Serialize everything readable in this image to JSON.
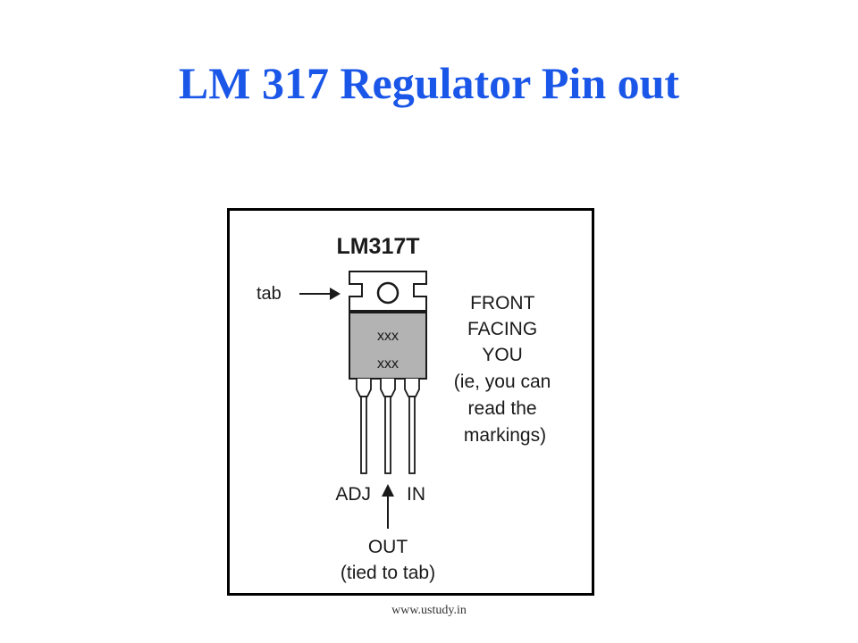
{
  "slide": {
    "title": "LM 317 Regulator Pin out",
    "watermark": "www.ustudy.in"
  },
  "diagram": {
    "part_number": "LM317T",
    "tab_label": "tab",
    "marking_line_1": "xxx",
    "marking_line_2": "xxx",
    "orientation_note": [
      "FRONT",
      "FACING",
      "YOU",
      "(ie, you can",
      "read the",
      "markings)"
    ],
    "pin_left": "ADJ",
    "pin_right": "IN",
    "pin_middle": "OUT",
    "pin_middle_note": "(tied to tab)",
    "colors": {
      "title": "#1a56e8",
      "package_body": "#b3b3b3",
      "outline": "#1a1a1a"
    }
  }
}
